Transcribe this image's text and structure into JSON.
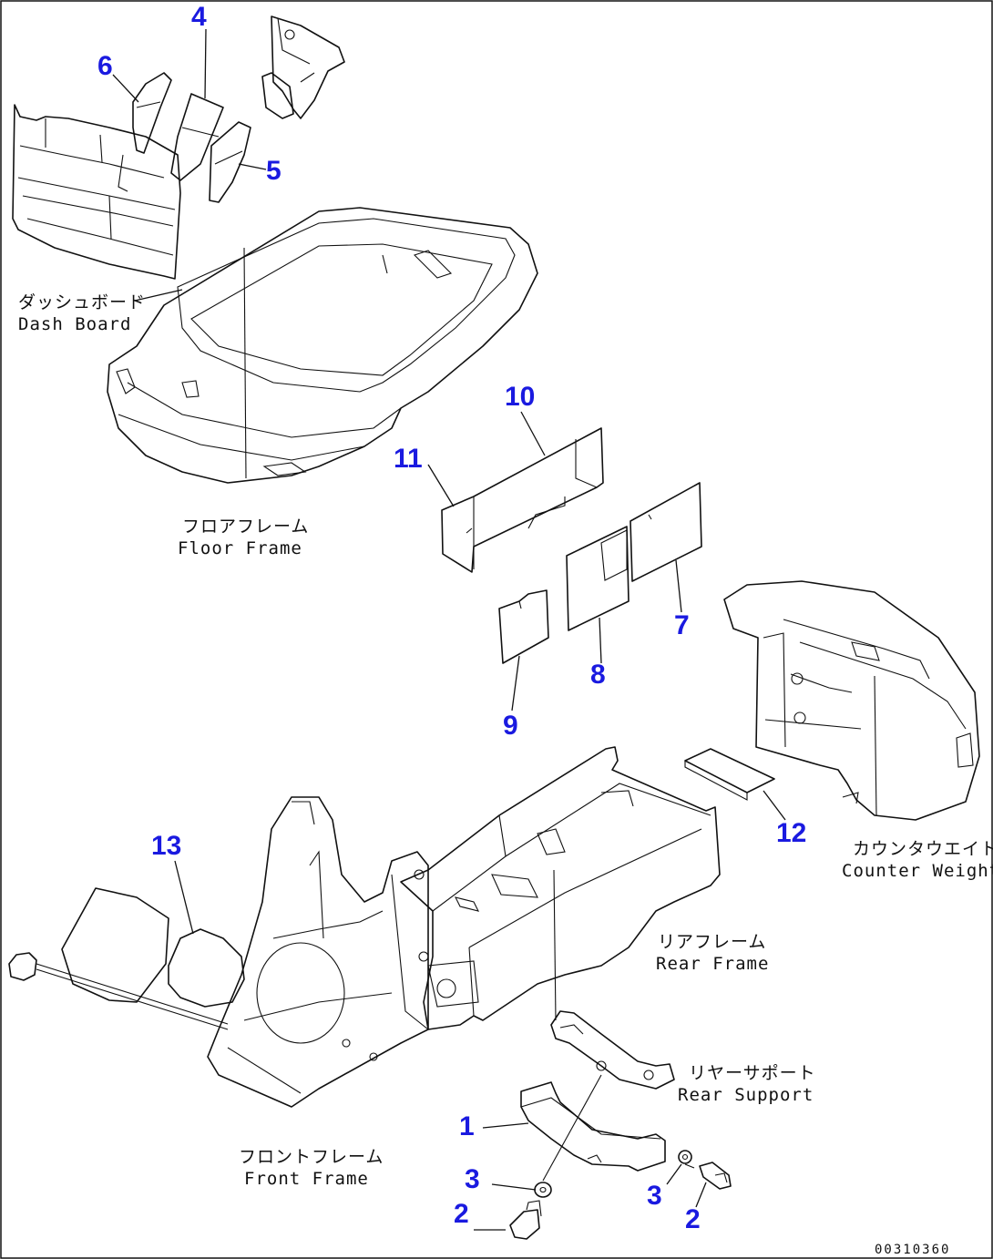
{
  "callouts": {
    "c1": "1",
    "c2a": "2",
    "c2b": "2",
    "c3a": "3",
    "c3b": "3",
    "c4": "4",
    "c5": "5",
    "c6": "6",
    "c7": "7",
    "c8": "8",
    "c9": "9",
    "c10": "10",
    "c11": "11",
    "c12": "12",
    "c13": "13"
  },
  "labels": {
    "dash_board_jp": "ダッシュボード",
    "dash_board_en": "Dash Board",
    "floor_frame_jp": "フロアフレーム",
    "floor_frame_en": "Floor Frame",
    "counter_weight_jp": "カウンタウエイト",
    "counter_weight_en": "Counter Weight",
    "rear_frame_jp": "リアフレーム",
    "rear_frame_en": "Rear Frame",
    "rear_support_jp": "リヤーサポート",
    "rear_support_en": "Rear Support",
    "front_frame_jp": "フロントフレーム",
    "front_frame_en": "Front Frame"
  },
  "drawing_code": "00310360",
  "colors": {
    "callout": "#1a1ae0",
    "line": "#111111",
    "background": "#ffffff"
  }
}
